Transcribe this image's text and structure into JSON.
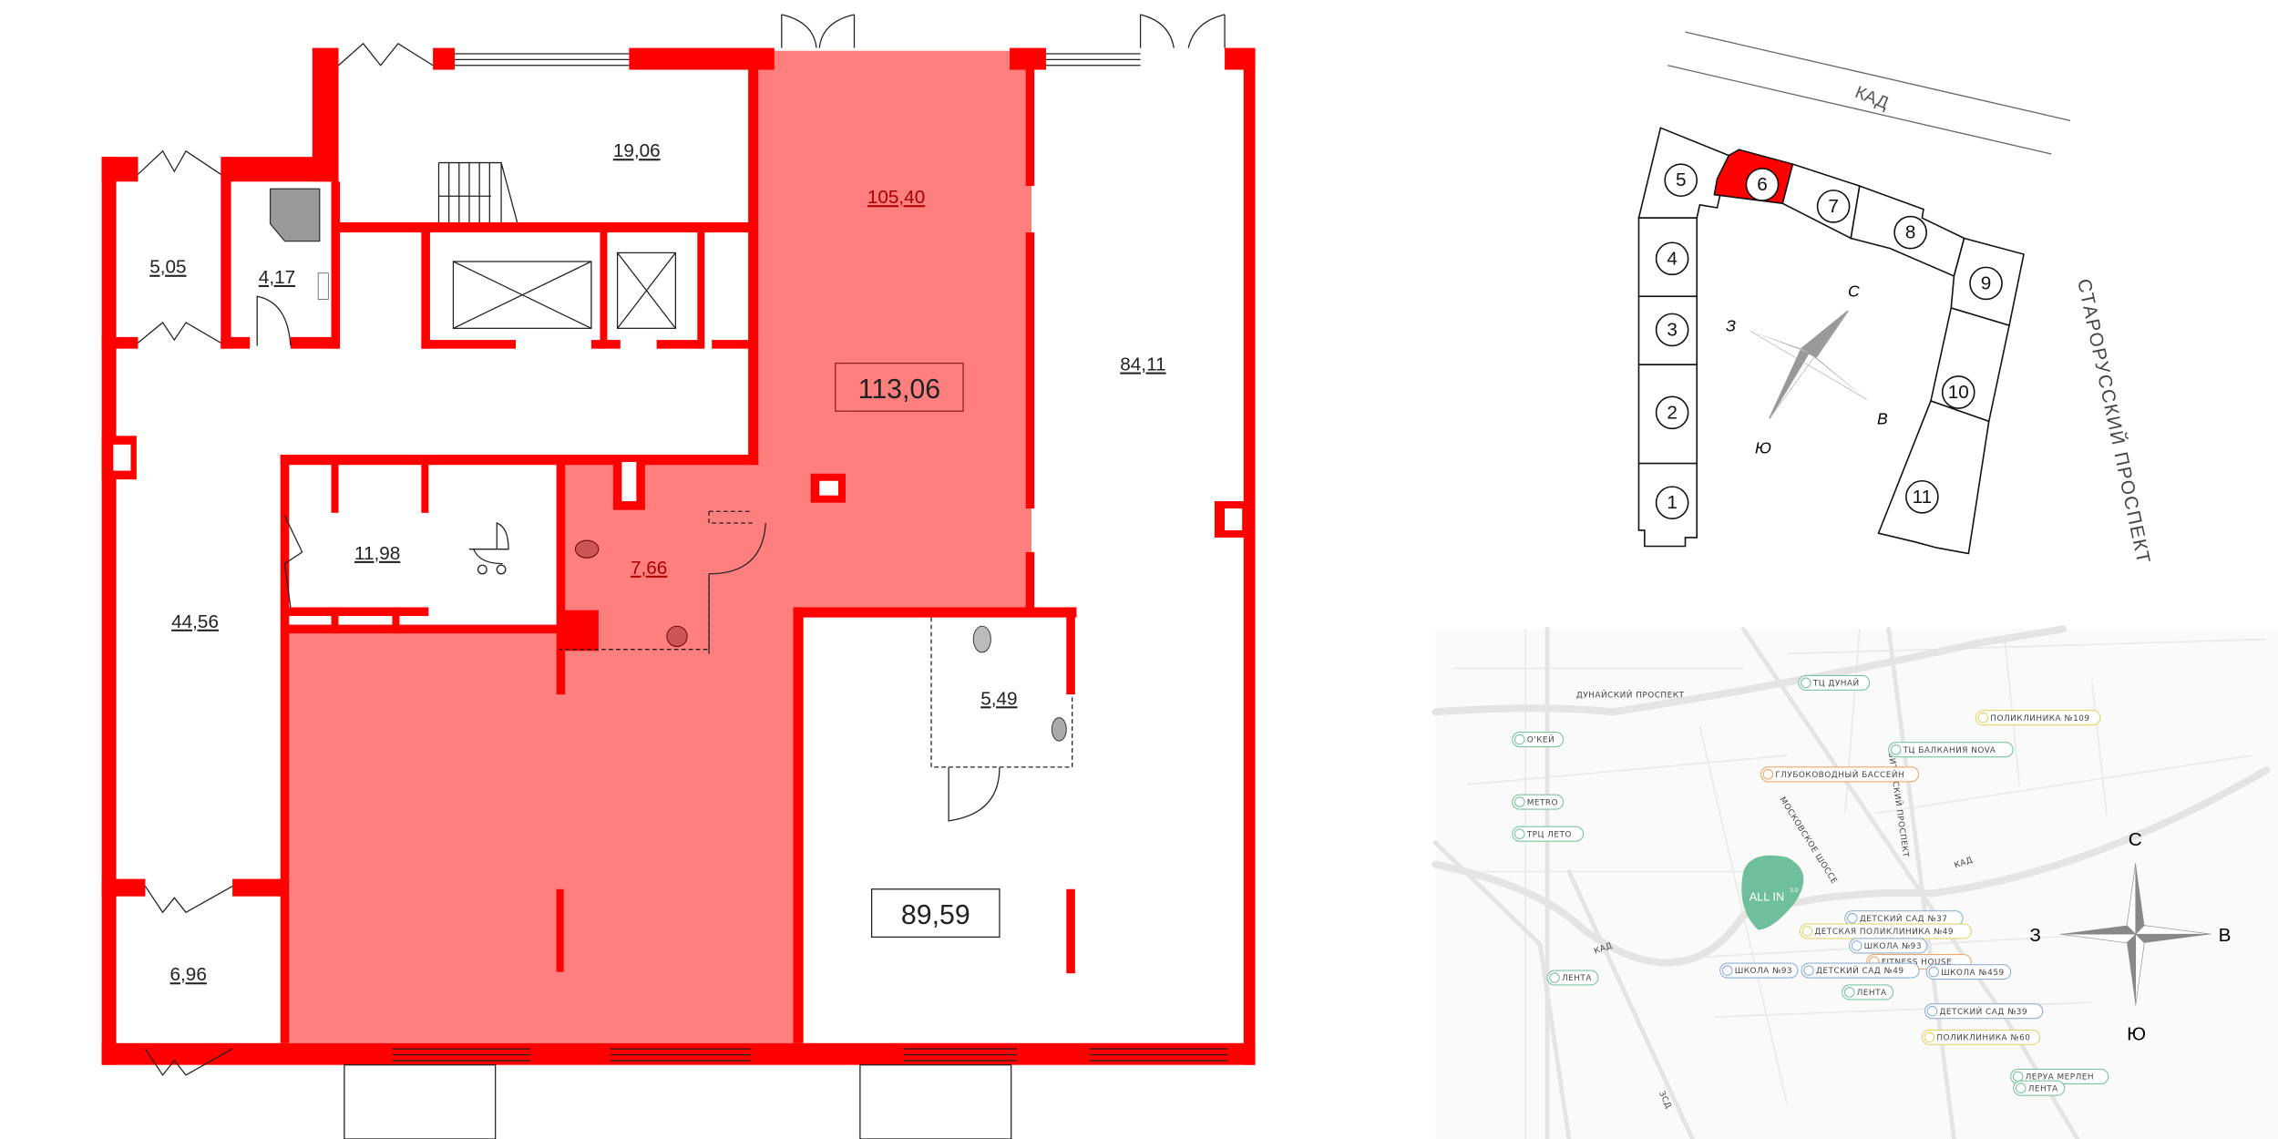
{
  "floor_plan": {
    "rooms": {
      "r19_06": "19,06",
      "r105_40": "105,40",
      "r84_11": "84,11",
      "r5_05": "5,05",
      "r4_17": "4,17",
      "r11_98": "11,98",
      "r7_66": "7,66",
      "r44_56": "44,56",
      "r5_49": "5,49",
      "r6_96": "6,96"
    },
    "total_selected": "113,06",
    "total_other": "89,59",
    "highlight_color": "#ff7f7f",
    "wall_color": "#ff0000"
  },
  "site_plan": {
    "road_label": "КАД",
    "avenue_label": "СТАРОРУССКИЙ ПРОСПЕКТ",
    "sections": [
      "1",
      "2",
      "3",
      "4",
      "5",
      "6",
      "7",
      "8",
      "9",
      "10",
      "11"
    ],
    "selected_section": "6",
    "selected_color": "#ff0000",
    "compass": {
      "n": "С",
      "s": "Ю",
      "e": "В",
      "w": "З"
    }
  },
  "map": {
    "project_logo": "ALL IN",
    "project_logo_sup": "3.0",
    "project_color": "#6fbf9c",
    "streets": [
      "ДУНАЙСКИЙ ПРОСПЕКТ",
      "КАД",
      "КАД",
      "МОСКОВСКОЕ ШОССЕ",
      "ВИТЕБСКИЙ ПРОСПЕКТ",
      "ЗСД"
    ],
    "places": [
      {
        "text": "ТЦ ДУНАЙ",
        "type": "shop"
      },
      {
        "text": "ПОЛИКЛИНИКА №109",
        "type": "clinic"
      },
      {
        "text": "ТЦ БАЛКАНИЯ NOVA",
        "type": "shop"
      },
      {
        "text": "О'КЕЙ",
        "type": "shop"
      },
      {
        "text": "ГЛУБОКОВОДНЫЙ БАССЕЙН",
        "type": "sport"
      },
      {
        "text": "METRO",
        "type": "shop"
      },
      {
        "text": "ТРЦ ЛЕТО",
        "type": "shop"
      },
      {
        "text": "ДЕТСКИЙ САД №37",
        "type": "school"
      },
      {
        "text": "ДЕТСКАЯ ПОЛИКЛИНИКА №49",
        "type": "clinic"
      },
      {
        "text": "ШКОЛА №93",
        "type": "school"
      },
      {
        "text": "FITNESS HOUSE",
        "type": "sport"
      },
      {
        "text": "ШКОЛА №93",
        "type": "school"
      },
      {
        "text": "ДЕТСКИЙ САД №49",
        "type": "school"
      },
      {
        "text": "ШКОЛА №459",
        "type": "school"
      },
      {
        "text": "ЛЕНТА",
        "type": "shop"
      },
      {
        "text": "ЛЕНТА",
        "type": "shop"
      },
      {
        "text": "ДЕТСКИЙ САД №39",
        "type": "school"
      },
      {
        "text": "ПОЛИКЛИНИКА №60",
        "type": "clinic"
      },
      {
        "text": "ЛЕРУА МЕРЛЕН",
        "type": "shop"
      },
      {
        "text": "ЛЕНТА",
        "type": "shop"
      }
    ],
    "type_colors": {
      "shop": "#7cc3a0",
      "clinic": "#e8d36a",
      "school": "#8fb0d6",
      "sport": "#f0a868"
    },
    "compass": {
      "n": "С",
      "s": "Ю",
      "e": "В",
      "w": "З"
    }
  }
}
